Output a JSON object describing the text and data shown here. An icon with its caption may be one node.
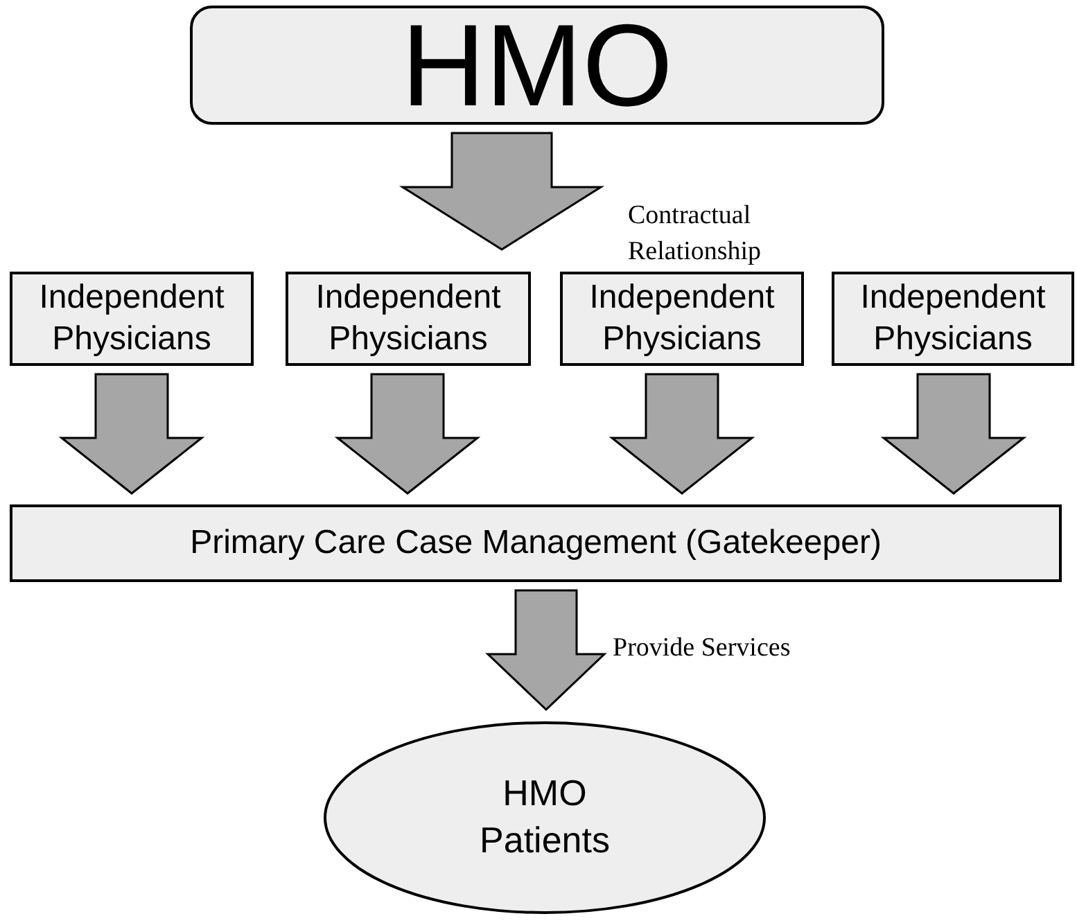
{
  "diagram": {
    "nodes": [
      {
        "text": [
          "HMO"
        ]
      },
      {
        "text": [
          "Independent Physicians"
        ]
      },
      {
        "text": [
          "Independent Physicians"
        ]
      },
      {
        "text": [
          "Independent Physicians"
        ]
      },
      {
        "text": [
          "Independent Physicians"
        ]
      },
      {
        "text": [
          "Primary Care Case Management (Gatekeeper)"
        ]
      },
      {
        "text": [
          "HMO Patients"
        ]
      }
    ],
    "edges": [
      {
        "from": 0,
        "to": null,
        "arrow": "to",
        "label": "Contractual Relationship"
      },
      {
        "from": 1,
        "to": 5,
        "arrow": "to"
      },
      {
        "from": 2,
        "to": 5,
        "arrow": "to"
      },
      {
        "from": 3,
        "to": 5,
        "arrow": "to"
      },
      {
        "from": 4,
        "to": 5,
        "arrow": "to"
      },
      {
        "from": 5,
        "to": 6,
        "arrow": "to",
        "label": "Provide Services"
      }
    ]
  }
}
